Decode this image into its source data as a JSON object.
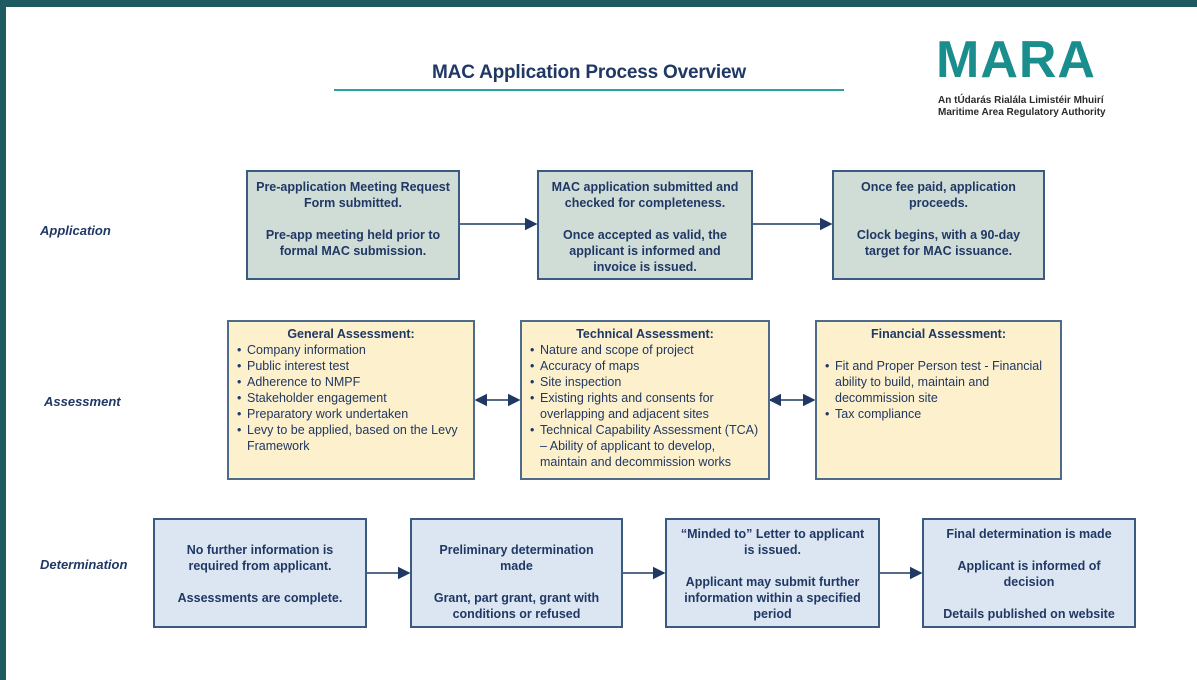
{
  "title": "MAC Application Process Overview",
  "logo": {
    "wordmark": "MARA",
    "line1": "An tÚdarás Rialála Limistéir Mhuirí",
    "line2": "Maritime Area Regulatory Authority"
  },
  "rows": {
    "application": "Application",
    "assessment": "Assessment",
    "determination": "Determination"
  },
  "application": {
    "box1": {
      "l1": "Pre-application Meeting Request Form submitted.",
      "l2": "Pre-app meeting held prior to formal MAC submission."
    },
    "box2": {
      "l1": "MAC application submitted and checked for completeness.",
      "l2": "Once accepted as valid, the applicant is informed and invoice is issued."
    },
    "box3": {
      "l1": "Once fee paid, application proceeds.",
      "l2": "Clock begins, with a 90-day target for MAC issuance."
    }
  },
  "assessment": {
    "general": {
      "heading": "General Assessment:",
      "items": [
        "Company information",
        "Public interest test",
        "Adherence to NMPF",
        "Stakeholder engagement",
        "Preparatory work undertaken",
        "Levy to be applied, based on the Levy Framework"
      ]
    },
    "technical": {
      "heading": "Technical Assessment:",
      "items": [
        "Nature and scope of project",
        "Accuracy of maps",
        "Site inspection",
        "Existing rights and consents for overlapping and adjacent sites",
        "Technical Capability Assessment (TCA) – Ability of applicant to develop, maintain and decommission works"
      ]
    },
    "financial": {
      "heading": "Financial Assessment:",
      "items": [
        "Fit and Proper Person test - Financial ability to build, maintain and decommission site",
        "Tax compliance"
      ]
    }
  },
  "determination": {
    "box1": {
      "l1": "No further information is required from applicant.",
      "l2": "Assessments are complete."
    },
    "box2": {
      "l1": "Preliminary determination made",
      "l2": "Grant, part grant, grant with conditions or refused"
    },
    "box3": {
      "l1": "“Minded to” Letter to applicant is issued.",
      "l2": "Applicant may submit further information within a specified period"
    },
    "box4": {
      "l1": "Final determination is made",
      "l2": "Applicant is informed of decision",
      "l3": "Details published on website"
    }
  }
}
